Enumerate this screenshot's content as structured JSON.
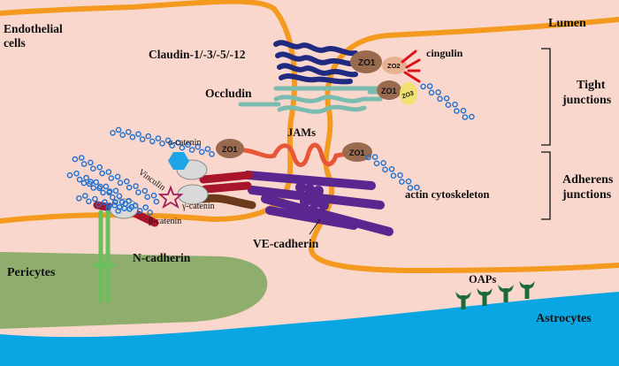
{
  "regions": {
    "lumen": "Lumen",
    "endothelial_line1": "Endothelial",
    "endothelial_line2": "cells",
    "pericytes": "Pericytes",
    "astrocytes": "Astrocytes"
  },
  "proteins": {
    "claudin": "Claudin-1/-3/-5/-12",
    "occludin": "Occludin",
    "jams": "JAMs",
    "ve_cadherin": "VE-cadherin",
    "n_cadherin": "N-cadherin",
    "actin": "actin cytoskeleton",
    "cingulin": "cingulin",
    "oaps": "OAPs",
    "alpha_catenin": "α-catenin",
    "beta_catenin": "β-catenin",
    "gamma_catenin": "γ-catenin",
    "vinculin": "Vinculin",
    "zo1": "ZO1",
    "zo2": "ZO2",
    "zo3": "ZO3"
  },
  "junctions": {
    "tight_line1": "Tight",
    "tight_line2": "junctions",
    "adherens_line1": "Adherens",
    "adherens_line2": "junctions"
  },
  "colors": {
    "cytoplasm": "#f9d7cd",
    "membrane": "#f39a1f",
    "pericyte": "#8fae6e",
    "astrocyte": "#0aa5e3",
    "claudin": "#1f2a80",
    "occludin": "#7cbcb0",
    "jam": "#e8563a",
    "ve_cadherin": "#5a2690",
    "catenin": "#a8142a",
    "n_cadherin": "#6bbf5a",
    "zo1": "#9a6a4e",
    "zo2": "#e6b291",
    "zo3": "#f1e170",
    "actin": "#1f6fd0",
    "oap": "#1a6b3a"
  }
}
